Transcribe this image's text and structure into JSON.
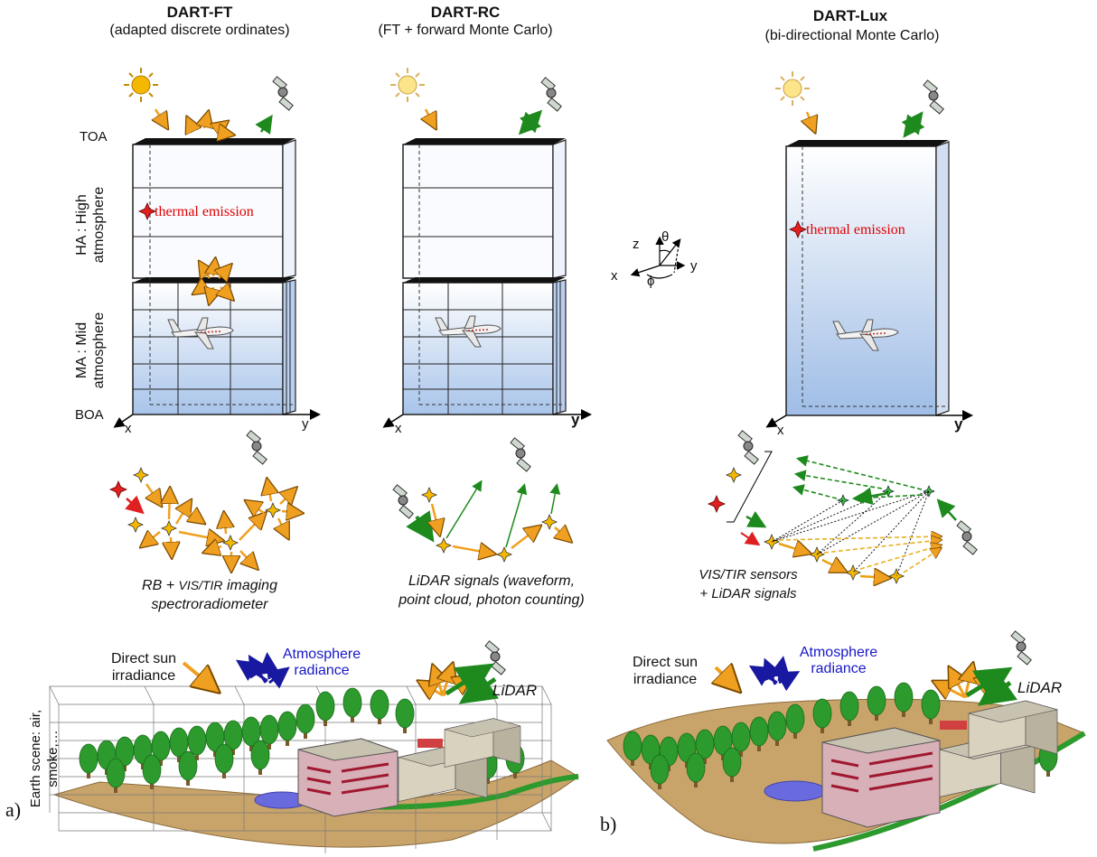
{
  "columns": [
    {
      "title": "DART-FT",
      "subtitle": "(adapted discrete ordinates)"
    },
    {
      "title": "DART-RC",
      "subtitle": "(FT + forward Monte Carlo)"
    },
    {
      "title": "DART-Lux",
      "subtitle": "(bi-directional Monte Carlo)"
    }
  ],
  "atmosphere": {
    "toa": "TOA",
    "boa": "BOA",
    "high": "HA : High atmosphere",
    "mid": "MA : Mid atmosphere",
    "thermal_emission": "thermal emission",
    "axis_x": "x",
    "axis_y": "y"
  },
  "coordinate_system": {
    "z": "z",
    "x": "x",
    "y": "y",
    "theta": "θ",
    "phi": "ϕ"
  },
  "captions": {
    "ft_prefix": "RB + ",
    "ft_small": "VIS/TIR",
    "ft_rest": " imaging",
    "ft_line2": "spectroradiometer",
    "rc_line1": "LiDAR signals (waveform,",
    "rc_line2": "point cloud, photon counting)",
    "lux_line1": "VIS/TIR sensors",
    "lux_line2": "+ LiDAR signals"
  },
  "scene_labels": {
    "direct_sun": "Direct sun irradiance",
    "atmosphere_radiance": "Atmosphere radiance",
    "lidar": "LiDAR",
    "earth_scene": "Earth scene: air, smoke,…"
  },
  "panels": {
    "a": "a)",
    "b": "b)"
  },
  "colors": {
    "sun": "#f5b800",
    "arrow_orange": "#f0a020",
    "arrow_green": "#1e8a1e",
    "red_star": "#e02020",
    "sky_top": "#ffffff",
    "sky_bottom": "#a8c4ea",
    "atmosphere_blue": "#1818c8",
    "ground": "#c9a46a",
    "tree": "#2c9a2c"
  }
}
